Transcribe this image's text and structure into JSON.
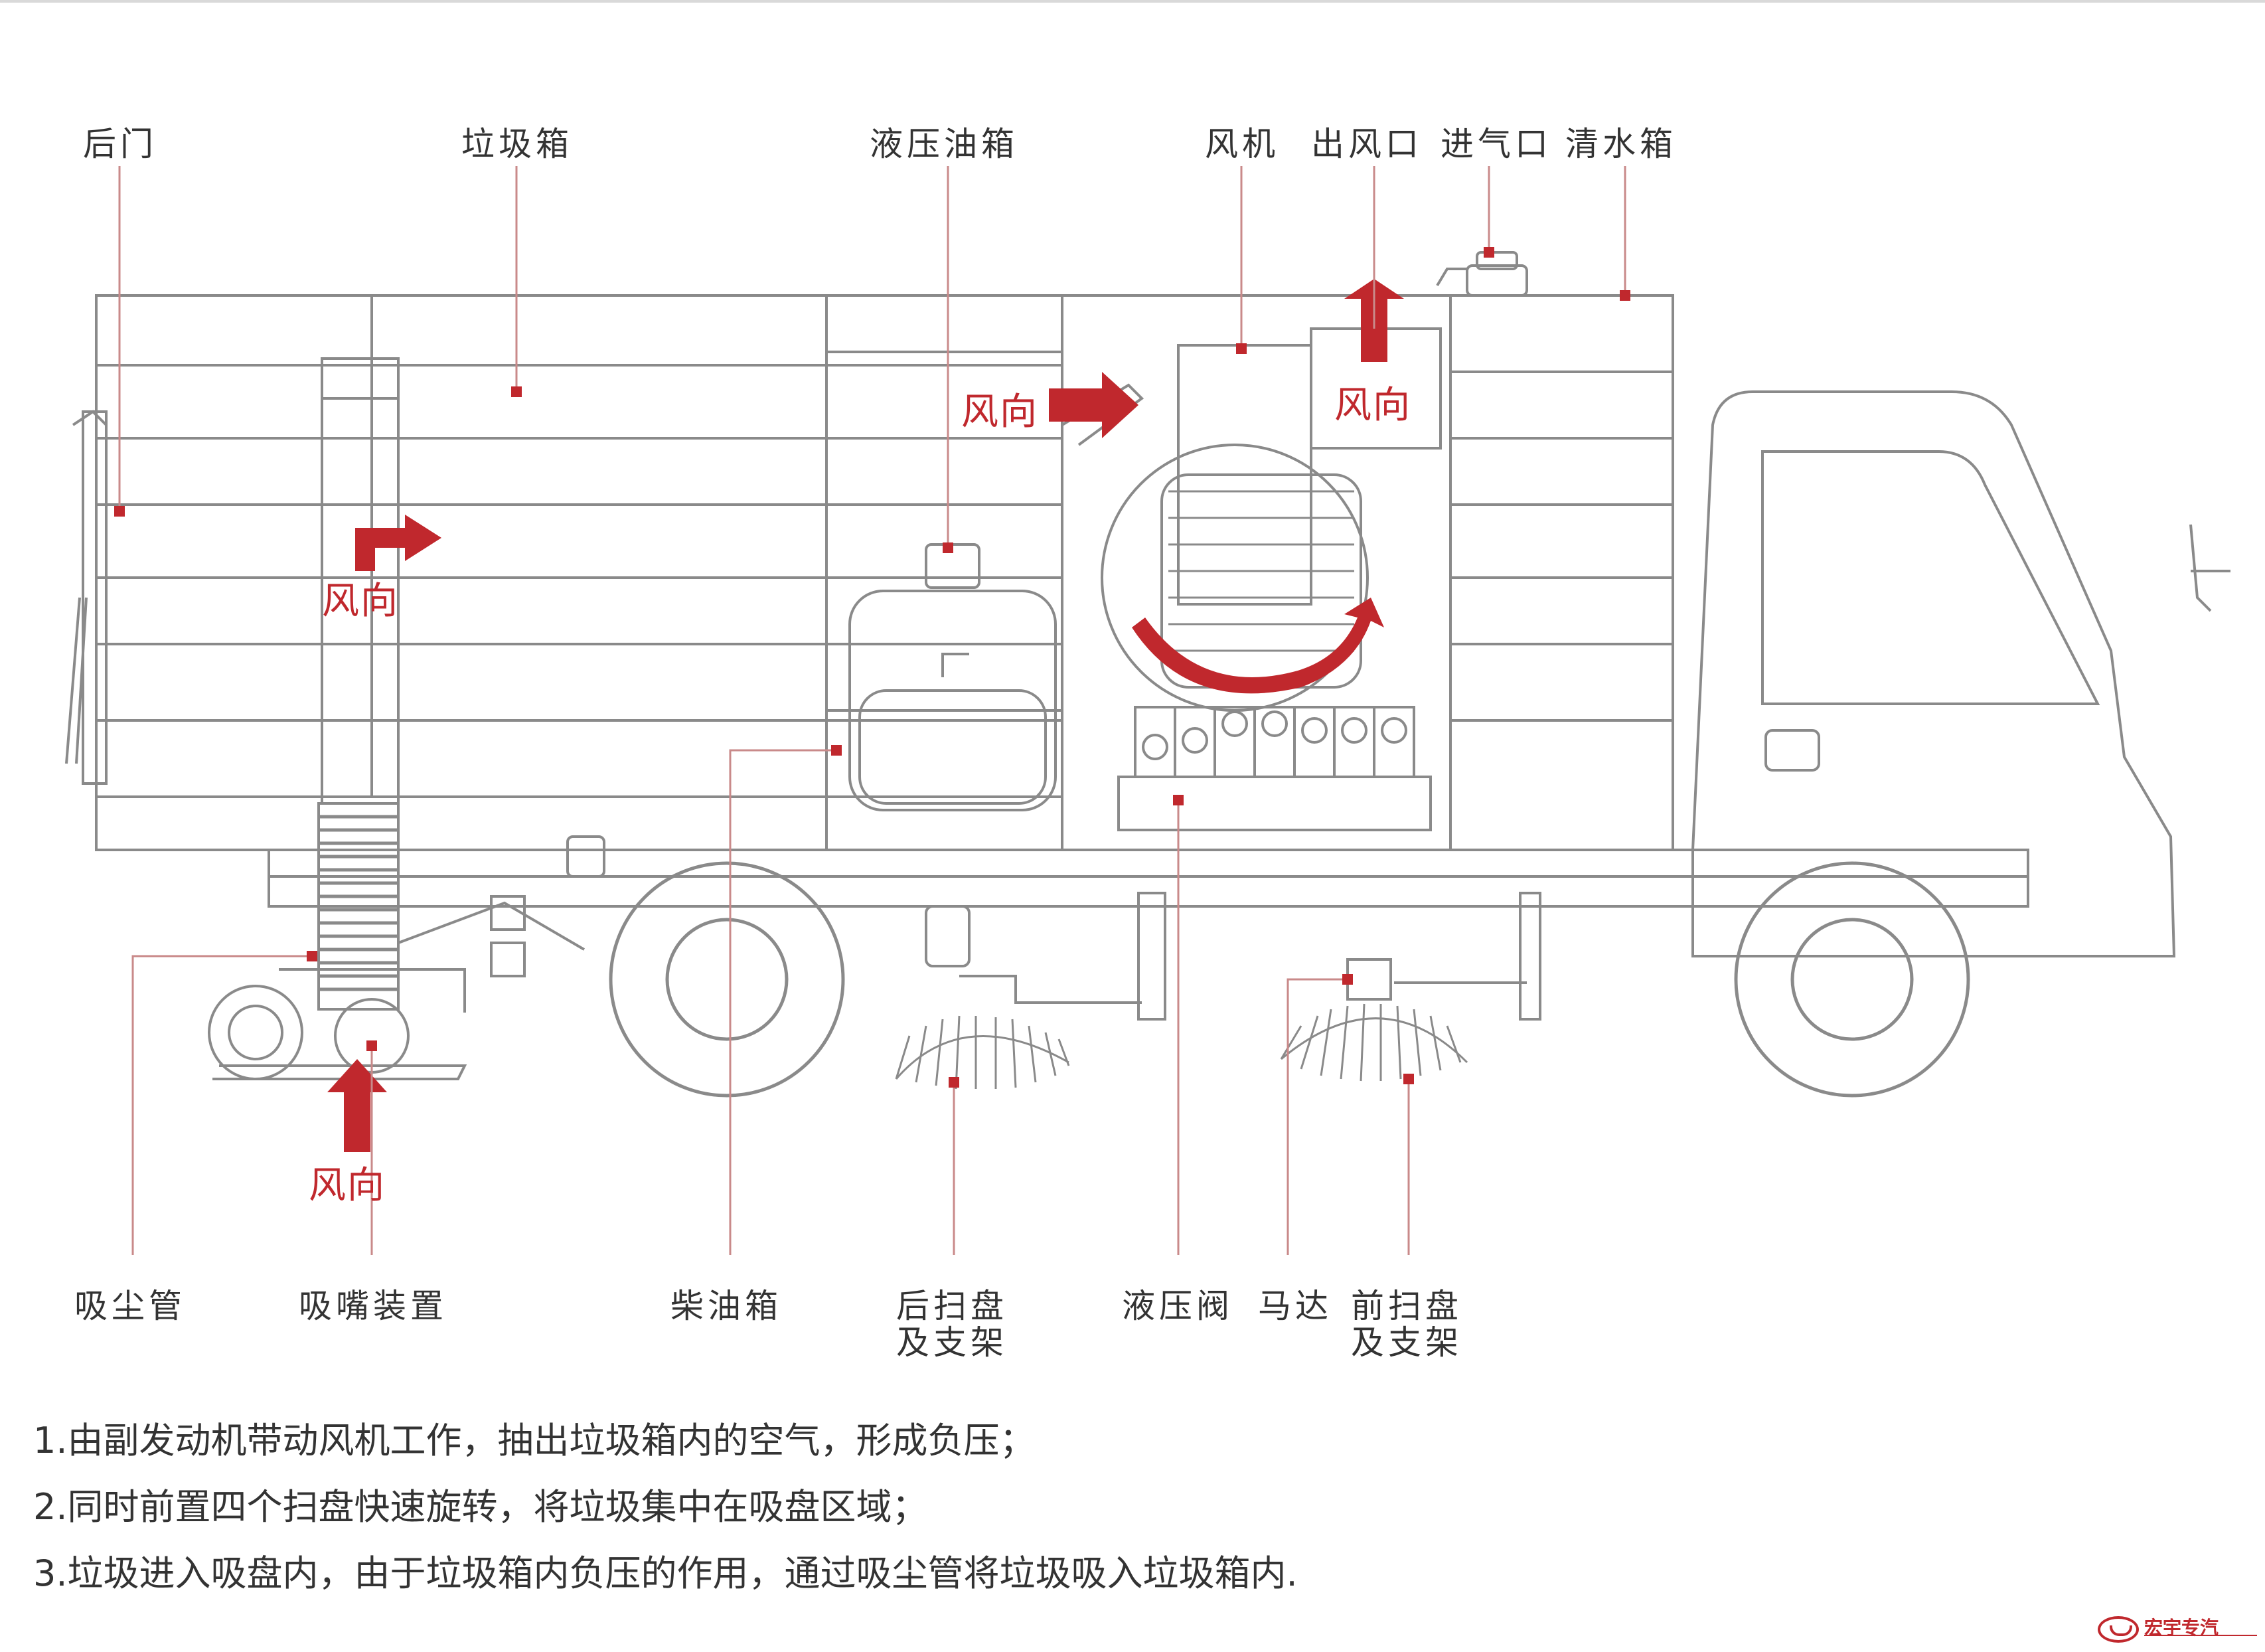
{
  "labels": {
    "rear_door": "后门",
    "garbage_bin": "垃圾箱",
    "hydraulic_oil_tank": "液压油箱",
    "fan": "风机",
    "air_outlet": "出风口",
    "air_inlet": "进气口",
    "clean_water_tank": "清水箱",
    "suction_pipe": "吸尘管",
    "suction_nozzle": "吸嘴装置",
    "diesel_tank": "柴油箱",
    "rear_broom_line1": "后扫盘",
    "rear_broom_line2": "及支架",
    "hydraulic_valve": "液压阀",
    "motor": "马达",
    "front_broom_line1": "前扫盘",
    "front_broom_line2": "及支架"
  },
  "wind_labels": {
    "inlet_top": "风向",
    "bin_left": "风向",
    "outlet": "风向",
    "nozzle": "风向"
  },
  "notes": [
    "1.由副发动机带动风机工作，抽出垃圾箱内的空气，形成负压；",
    "2.同时前置四个扫盘快速旋转，将垃圾集中在吸盘区域；",
    "3.垃圾进入吸盘内，由于垃圾箱内负压的作用，通过吸尘管将垃圾吸入垃圾箱内."
  ],
  "logo": {
    "text": "宏宇专汽"
  },
  "colors": {
    "accent_red": "#c0282d",
    "line_gray": "#8a8a8a",
    "text": "#333333"
  }
}
